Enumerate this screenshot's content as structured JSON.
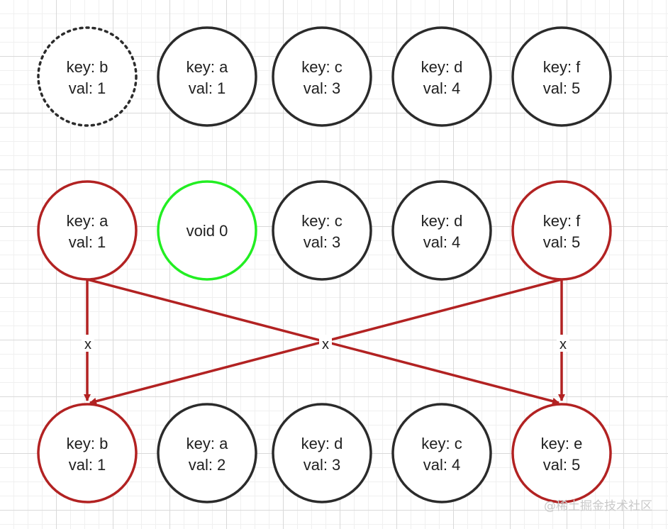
{
  "colors": {
    "default": "#2b2b2b",
    "highlight": "#b22222",
    "added": "#22ee22"
  },
  "rows": {
    "top": [
      {
        "line1": "key: b",
        "line2": "val: 1",
        "style": "dotted"
      },
      {
        "line1": "key: a",
        "line2": "val: 1",
        "style": "default"
      },
      {
        "line1": "key: c",
        "line2": "val: 3",
        "style": "default"
      },
      {
        "line1": "key: d",
        "line2": "val: 4",
        "style": "default"
      },
      {
        "line1": "key: f",
        "line2": "val: 5",
        "style": "default"
      }
    ],
    "middle": [
      {
        "line1": "key: a",
        "line2": "val: 1",
        "style": "highlight"
      },
      {
        "line1": "void 0",
        "line2": "",
        "style": "added"
      },
      {
        "line1": "key: c",
        "line2": "val: 3",
        "style": "default"
      },
      {
        "line1": "key: d",
        "line2": "val: 4",
        "style": "default"
      },
      {
        "line1": "key: f",
        "line2": "val: 5",
        "style": "highlight"
      }
    ],
    "bottom": [
      {
        "line1": "key: b",
        "line2": "val: 1",
        "style": "highlight"
      },
      {
        "line1": "key: a",
        "line2": "val: 2",
        "style": "default"
      },
      {
        "line1": "key: d",
        "line2": "val: 3",
        "style": "default"
      },
      {
        "line1": "key: c",
        "line2": "val: 4",
        "style": "default"
      },
      {
        "line1": "key: e",
        "line2": "val: 5",
        "style": "highlight"
      }
    ]
  },
  "edge_labels": {
    "left": "x",
    "cross": "x",
    "right": "x"
  },
  "watermark": "@稀土掘金技术社区"
}
